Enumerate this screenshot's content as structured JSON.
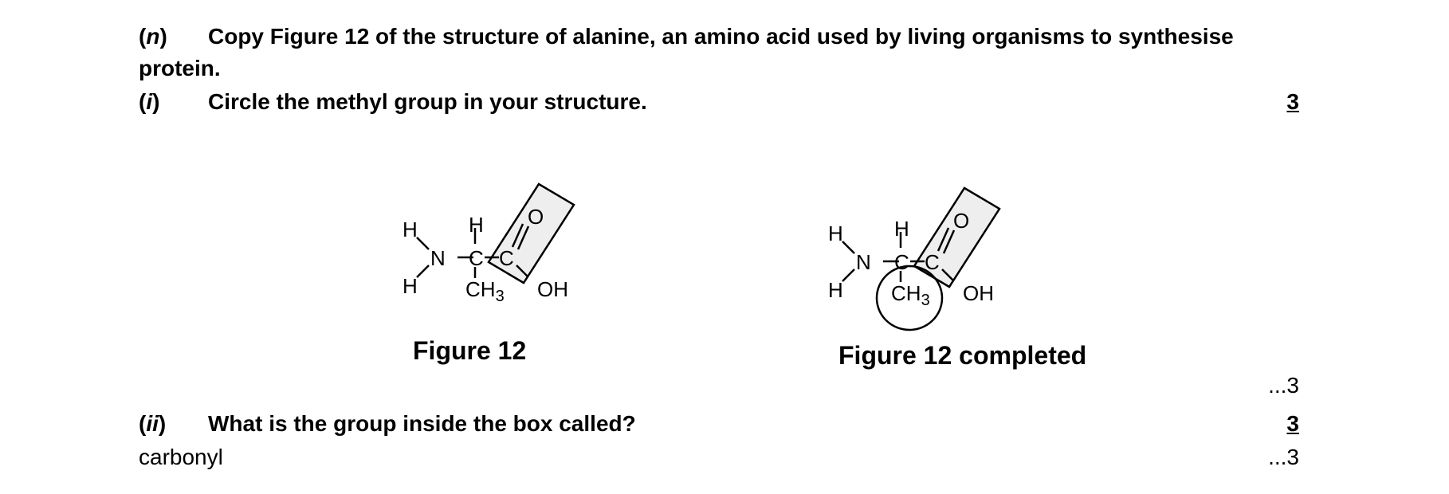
{
  "question_n": {
    "label_prefix": "(",
    "label_letter": "n",
    "label_suffix": ")",
    "text_line1": "Copy Figure 12 of the structure of alanine, an amino acid used by living organisms to synthesise",
    "text_line2": "protein."
  },
  "part_i": {
    "label_prefix": "(",
    "label_letter": "i",
    "label_suffix": ")",
    "text": "Circle the methyl group in your structure.",
    "mark": "3"
  },
  "figure_left": {
    "caption": "Figure 12",
    "atoms": {
      "h1": "H",
      "h2": "H",
      "h_top": "H",
      "n": "N",
      "c1": "C",
      "c2": "C",
      "o": "O",
      "oh": "OH",
      "ch3_main": "CH",
      "ch3_sub": "3"
    }
  },
  "figure_right": {
    "caption": "Figure 12 completed",
    "atoms": {
      "h1": "H",
      "h2": "H",
      "h_top": "H",
      "n": "N",
      "c1": "C",
      "c2": "C",
      "o": "O",
      "oh": "OH",
      "ch3_main": "CH",
      "ch3_sub": "3"
    }
  },
  "answer_i_mark": "...3",
  "part_ii": {
    "label_prefix": "(",
    "label_letter": "ii",
    "label_suffix": ")",
    "text": "What is the group inside the box called?",
    "mark": "3"
  },
  "answer_ii": {
    "text": "carbonyl",
    "mark": "...3"
  }
}
